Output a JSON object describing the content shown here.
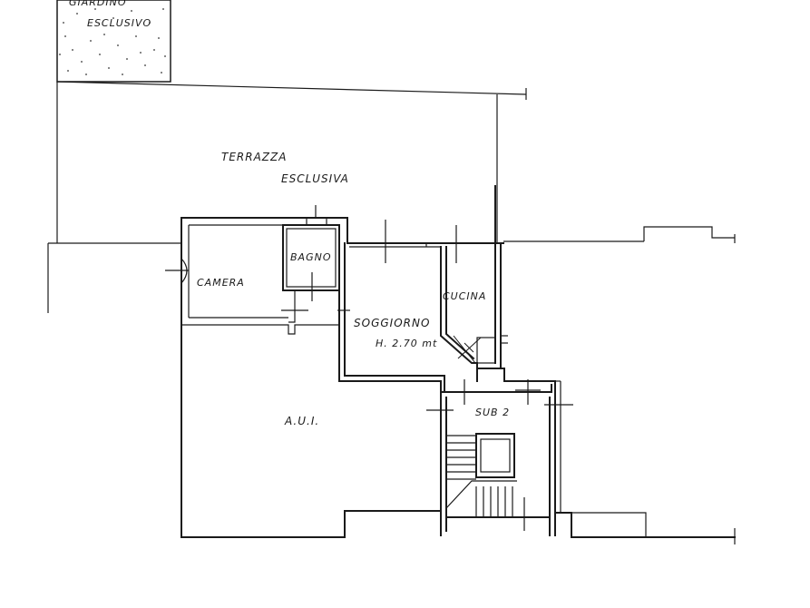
{
  "labels": {
    "garden_line1": "GIARDINO",
    "garden_line2": "ESCLUSIVO",
    "terrace_line1": "TERRAZZA",
    "terrace_line2": "ESCLUSIVA",
    "bathroom": "BAGNO",
    "bedroom": "CAMERA",
    "kitchen": "CUCINA",
    "living_room": "SOGGIORNO",
    "height": "H. 2.70 mt",
    "other_unit": "A.U.I.",
    "sub": "SUB 2"
  }
}
